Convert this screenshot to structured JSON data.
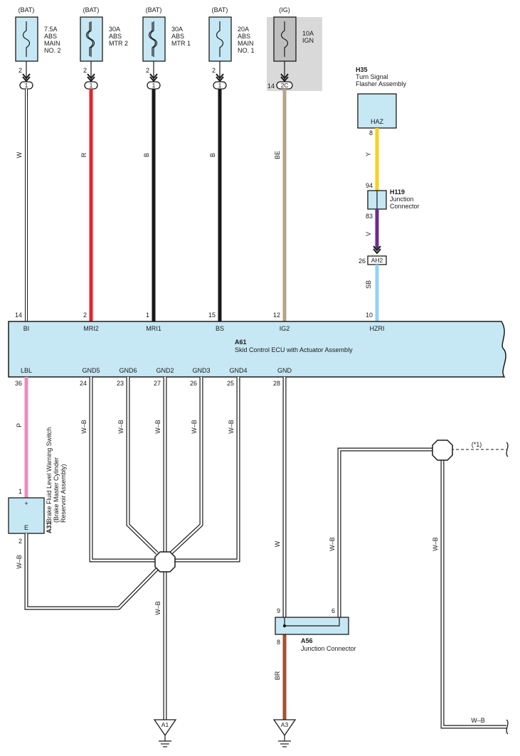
{
  "fuses": [
    {
      "id": "f1",
      "source": "(BAT)",
      "name_lines": [
        "7.5A",
        "ABS",
        "MAIN",
        "NO. 2"
      ],
      "pin": "2",
      "conn": "1",
      "wire": "W"
    },
    {
      "id": "f2",
      "source": "(BAT)",
      "name_lines": [
        "30A",
        "ABS",
        "MTR 2"
      ],
      "pin": "2",
      "conn": "1",
      "wire": "R"
    },
    {
      "id": "f3",
      "source": "(BAT)",
      "name_lines": [
        "30A",
        "ABS",
        "MTR 1"
      ],
      "pin": "2",
      "conn": "1",
      "wire": "B"
    },
    {
      "id": "f4",
      "source": "(BAT)",
      "name_lines": [
        "20A",
        "ABS",
        "MAIN",
        "NO. 1"
      ],
      "pin": "2",
      "conn": "1",
      "wire": "B"
    },
    {
      "id": "f5",
      "source": "(IG)",
      "name_lines": [
        "10A",
        "IGN"
      ],
      "pin": "14",
      "conn": "2C",
      "wire": "BE"
    }
  ],
  "h35": {
    "code": "H35",
    "name_lines": [
      "Turn Signal",
      "Flasher Assembly"
    ],
    "pin_label": "HAZ",
    "pin": "8",
    "wire": "Y"
  },
  "h119": {
    "code": "H119",
    "name_lines": [
      "Junction",
      "Connector"
    ],
    "pin_top": "94",
    "pin_bottom": "83",
    "wire": "V"
  },
  "ah2": {
    "pin": "26",
    "conn": "AH2",
    "wire": "SB"
  },
  "ecu": {
    "code": "A61",
    "name": "Skid Control ECU with Actuator Assembly",
    "top_pins": [
      {
        "num": "14",
        "label": "BI"
      },
      {
        "num": "2",
        "label": "MRI2"
      },
      {
        "num": "1",
        "label": "MRI1"
      },
      {
        "num": "15",
        "label": "BS"
      },
      {
        "num": "12",
        "label": "IG2"
      },
      {
        "num": "10",
        "label": "HZRI"
      }
    ],
    "bottom_pins": [
      {
        "num": "36",
        "label": "LBL",
        "wire": "P"
      },
      {
        "num": "24",
        "label": "GND5",
        "wire": "W–B"
      },
      {
        "num": "23",
        "label": "GND6",
        "wire": "W–B"
      },
      {
        "num": "27",
        "label": "GND2",
        "wire": "W–B"
      },
      {
        "num": "26",
        "label": "GND3",
        "wire": "W–B"
      },
      {
        "num": "25",
        "label": "GND4",
        "wire": "W–B"
      },
      {
        "num": "28",
        "label": "GND",
        "wire": "W"
      }
    ]
  },
  "a31": {
    "code": "A31",
    "name_lines": [
      "Brake Fluid Level Warning Switch",
      "(Brake Master Cylinder",
      "Reservoir Assembly)"
    ],
    "pin_top": "1",
    "pin_bottom": "2",
    "plus": "+",
    "e": "E",
    "wire": "W–B"
  },
  "a56": {
    "code": "A56",
    "name": "Junction Connector",
    "pin_left": "9",
    "pin_right": "6",
    "pin_bottom": "8",
    "wire_bottom": "BR",
    "wire_right": "W–B"
  },
  "ground1": {
    "label": "A1",
    "wire": "W–B"
  },
  "ground3": {
    "label": "A3"
  },
  "right_branch": {
    "note": "(*1)",
    "wire_vertical": "W–B",
    "wire_bottom": "W–B"
  },
  "colors": {
    "R": "#e8212b",
    "B": "#1a1a1a",
    "BE": "#b7a38b",
    "Y": "#f7d21a",
    "V": "#6b2c91",
    "SB": "#8fd3f2",
    "P": "#ee8bbd",
    "BR": "#a5512f",
    "box": "#c6e7f4",
    "ig_shade": "#d9d9d9"
  }
}
